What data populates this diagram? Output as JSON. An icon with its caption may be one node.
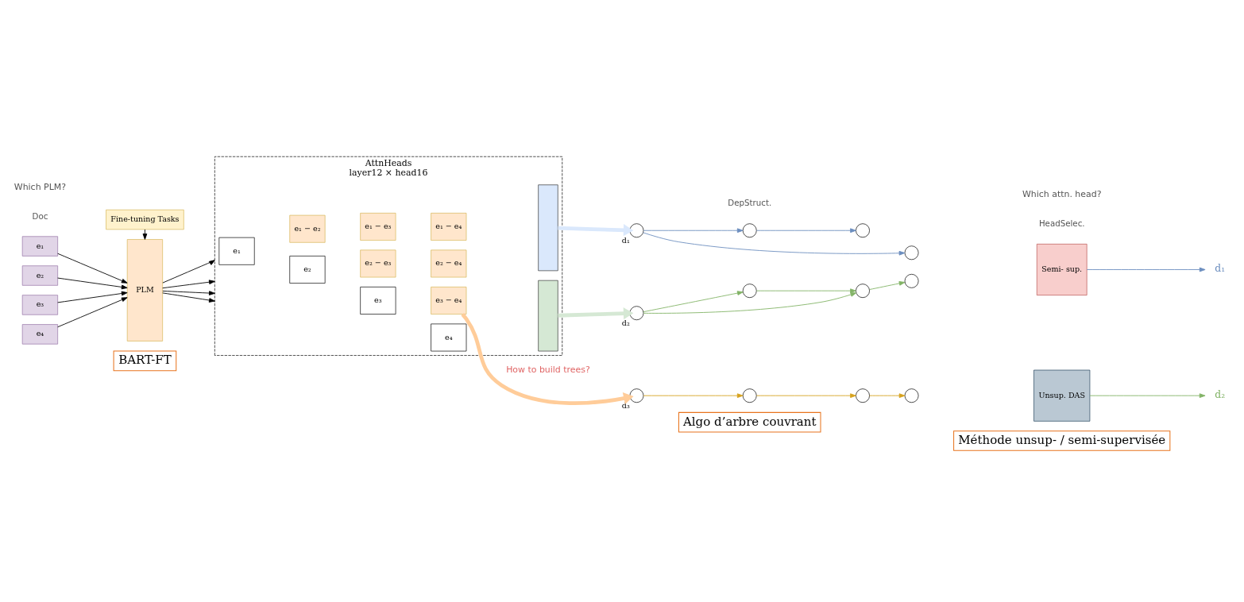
{
  "diagram": {
    "nodes": [
      {
        "text": [
          "BART-FT"
        ]
      },
      {
        "text": [
          "Algo d’arbre couvrant"
        ]
      },
      {
        "text": [
          "Méthode unsup- / semi-supervisée"
        ]
      },
      {
        "text": [
          "Fine-tuning Tasks"
        ]
      },
      {
        "text": [
          "e₁"
        ]
      },
      {
        "text": [
          "e₂"
        ]
      },
      {
        "text": [
          "e₃"
        ]
      },
      {
        "text": [
          "e₄"
        ]
      },
      {
        "text": [
          "PLM"
        ]
      },
      {
        "text": [
          "AttnHeads",
          "layer12 × head16"
        ]
      },
      {
        "text": [],
        "shape": "box",
        "in": 9
      },
      {
        "text": [],
        "shape": "box",
        "in": 9
      },
      {
        "text": [
          "e₁"
        ],
        "in": 9
      },
      {
        "text": [
          "e₁ − e₂"
        ],
        "in": 9
      },
      {
        "text": [
          "e₁ − e₃"
        ],
        "in": 9
      },
      {
        "text": [
          "e₁ − e₄"
        ],
        "in": 9
      },
      {
        "text": [
          "e₂"
        ],
        "in": 9
      },
      {
        "text": [
          "e₂ − e₃"
        ],
        "in": 9
      },
      {
        "text": [
          "e₂ − e₄"
        ],
        "in": 9
      },
      {
        "text": [
          "e₃"
        ],
        "in": 9
      },
      {
        "text": [
          "e₃ − e₄"
        ],
        "in": 9
      },
      {
        "text": [
          "e₄"
        ],
        "in": 9
      },
      {
        "text": [],
        "shape": "circle",
        "beside": [
          "d₁"
        ]
      },
      {
        "text": [],
        "shape": "circle"
      },
      {
        "text": [],
        "shape": "circle"
      },
      {
        "text": [],
        "shape": "circle"
      },
      {
        "text": [],
        "shape": "circle",
        "beside": [
          "d₂"
        ]
      },
      {
        "text": [],
        "shape": "circle"
      },
      {
        "text": [],
        "shape": "circle"
      },
      {
        "text": [],
        "shape": "circle"
      },
      {
        "text": [],
        "shape": "circle",
        "beside": [
          "d₃"
        ]
      },
      {
        "text": [],
        "shape": "circle"
      },
      {
        "text": [],
        "shape": "circle"
      },
      {
        "text": [],
        "shape": "circle"
      },
      {
        "text": [
          "Semi- sup."
        ]
      },
      {
        "text": [
          "Unsup. DAS"
        ]
      },
      {
        "text": [
          "d₁"
        ]
      },
      {
        "text": [
          "d₂"
        ]
      }
    ],
    "edges": [
      {
        "from": 3,
        "to": 8,
        "arrow": "to"
      },
      {
        "from": 4,
        "to": 8,
        "arrow": "to"
      },
      {
        "from": 5,
        "to": 8,
        "arrow": "to"
      },
      {
        "from": 6,
        "to": 8,
        "arrow": "to"
      },
      {
        "from": 7,
        "to": 8,
        "arrow": "to"
      },
      {
        "from": 8,
        "to": 9,
        "arrow": "to"
      },
      {
        "from": 8,
        "to": 9,
        "arrow": "to"
      },
      {
        "from": 8,
        "to": 9,
        "arrow": "to"
      },
      {
        "from": 8,
        "to": 9,
        "arrow": "to"
      },
      {
        "from": 10,
        "to": 22,
        "arrow": "to",
        "style": "thick",
        "color": "#dae8fc"
      },
      {
        "from": 11,
        "to": 26,
        "arrow": "to",
        "style": "thick",
        "color": "#d5e8d4"
      },
      {
        "from": 20,
        "to": 30,
        "arrow": "to",
        "style": "thick",
        "color": "#ffcc99"
      },
      {
        "from": 22,
        "to": 23,
        "arrow": "to",
        "color": "#6c8ebf"
      },
      {
        "from": 23,
        "to": 24,
        "arrow": "to",
        "color": "#6c8ebf"
      },
      {
        "from": 22,
        "to": 25,
        "arrow": "to",
        "color": "#6c8ebf"
      },
      {
        "from": 26,
        "to": 27,
        "arrow": "to",
        "color": "#82b366"
      },
      {
        "from": 27,
        "to": 28,
        "arrow": "to",
        "color": "#82b366"
      },
      {
        "from": 28,
        "to": 29,
        "arrow": "to",
        "color": "#82b366"
      },
      {
        "from": 26,
        "to": 28,
        "arrow": "to",
        "color": "#82b366"
      },
      {
        "from": 30,
        "to": 31,
        "arrow": "to",
        "color": "#d6a21e"
      },
      {
        "from": 31,
        "to": 32,
        "arrow": "to",
        "color": "#d6a21e"
      },
      {
        "from": 32,
        "to": 33,
        "arrow": "to",
        "color": "#d6a21e"
      },
      {
        "from": 34,
        "to": 36,
        "arrow": "to",
        "color": "#6c8ebf"
      },
      {
        "from": 35,
        "to": 37,
        "arrow": "to",
        "color": "#82b366"
      }
    ],
    "labels": [
      "Doc",
      "DepStruct.",
      "HeadSelec.",
      "Which PLM?",
      "How to build trees?",
      "Which attn. head?"
    ]
  }
}
